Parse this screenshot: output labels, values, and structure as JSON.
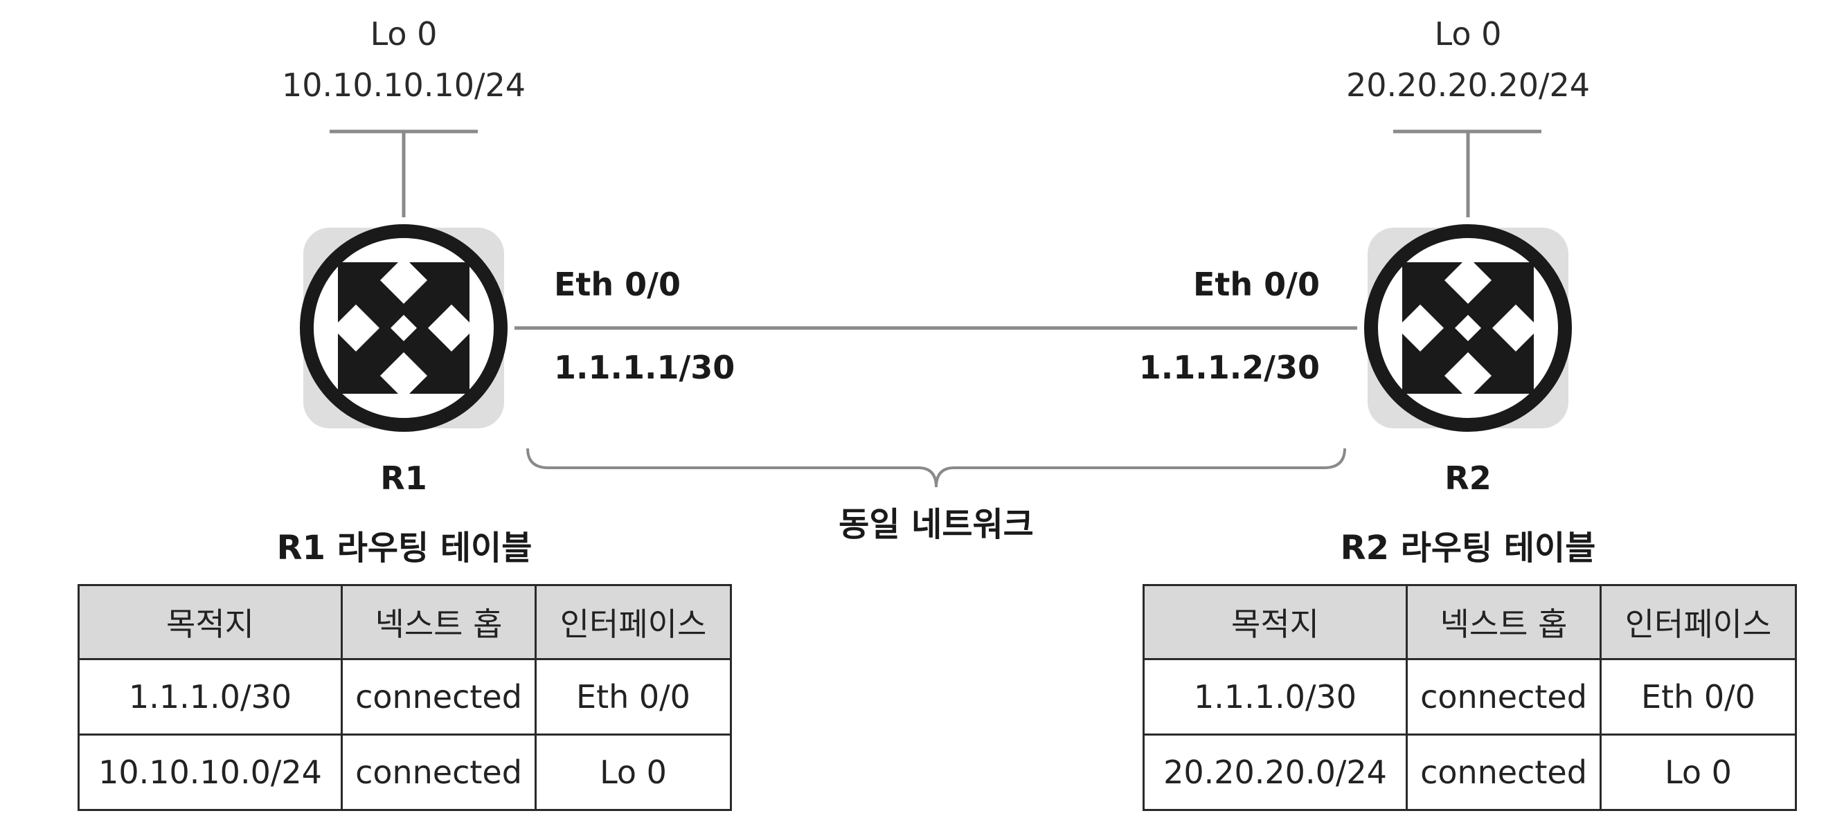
{
  "r1": {
    "name": "R1",
    "loopback": {
      "name": "Lo 0",
      "ip": "10.10.10.10/24"
    },
    "eth": {
      "name": "Eth 0/0",
      "ip": "1.1.1.1/30"
    },
    "table_title": "R1 라우팅 테이블",
    "table": {
      "headers": [
        "목적지",
        "넥스트 홉",
        "인터페이스"
      ],
      "rows": [
        [
          "1.1.1.0/30",
          "connected",
          "Eth 0/0"
        ],
        [
          "10.10.10.0/24",
          "connected",
          "Lo 0"
        ]
      ]
    }
  },
  "r2": {
    "name": "R2",
    "loopback": {
      "name": "Lo 0",
      "ip": "20.20.20.20/24"
    },
    "eth": {
      "name": "Eth 0/0",
      "ip": "1.1.1.2/30"
    },
    "table_title": "R2 라우팅 테이블",
    "table": {
      "headers": [
        "목적지",
        "넥스트 홉",
        "인터페이스"
      ],
      "rows": [
        [
          "1.1.1.0/30",
          "connected",
          "Eth 0/0"
        ],
        [
          "20.20.20.0/24",
          "connected",
          "Lo 0"
        ]
      ]
    }
  },
  "link_label": "동일 네트워크",
  "icons": {
    "router": "router-icon"
  }
}
